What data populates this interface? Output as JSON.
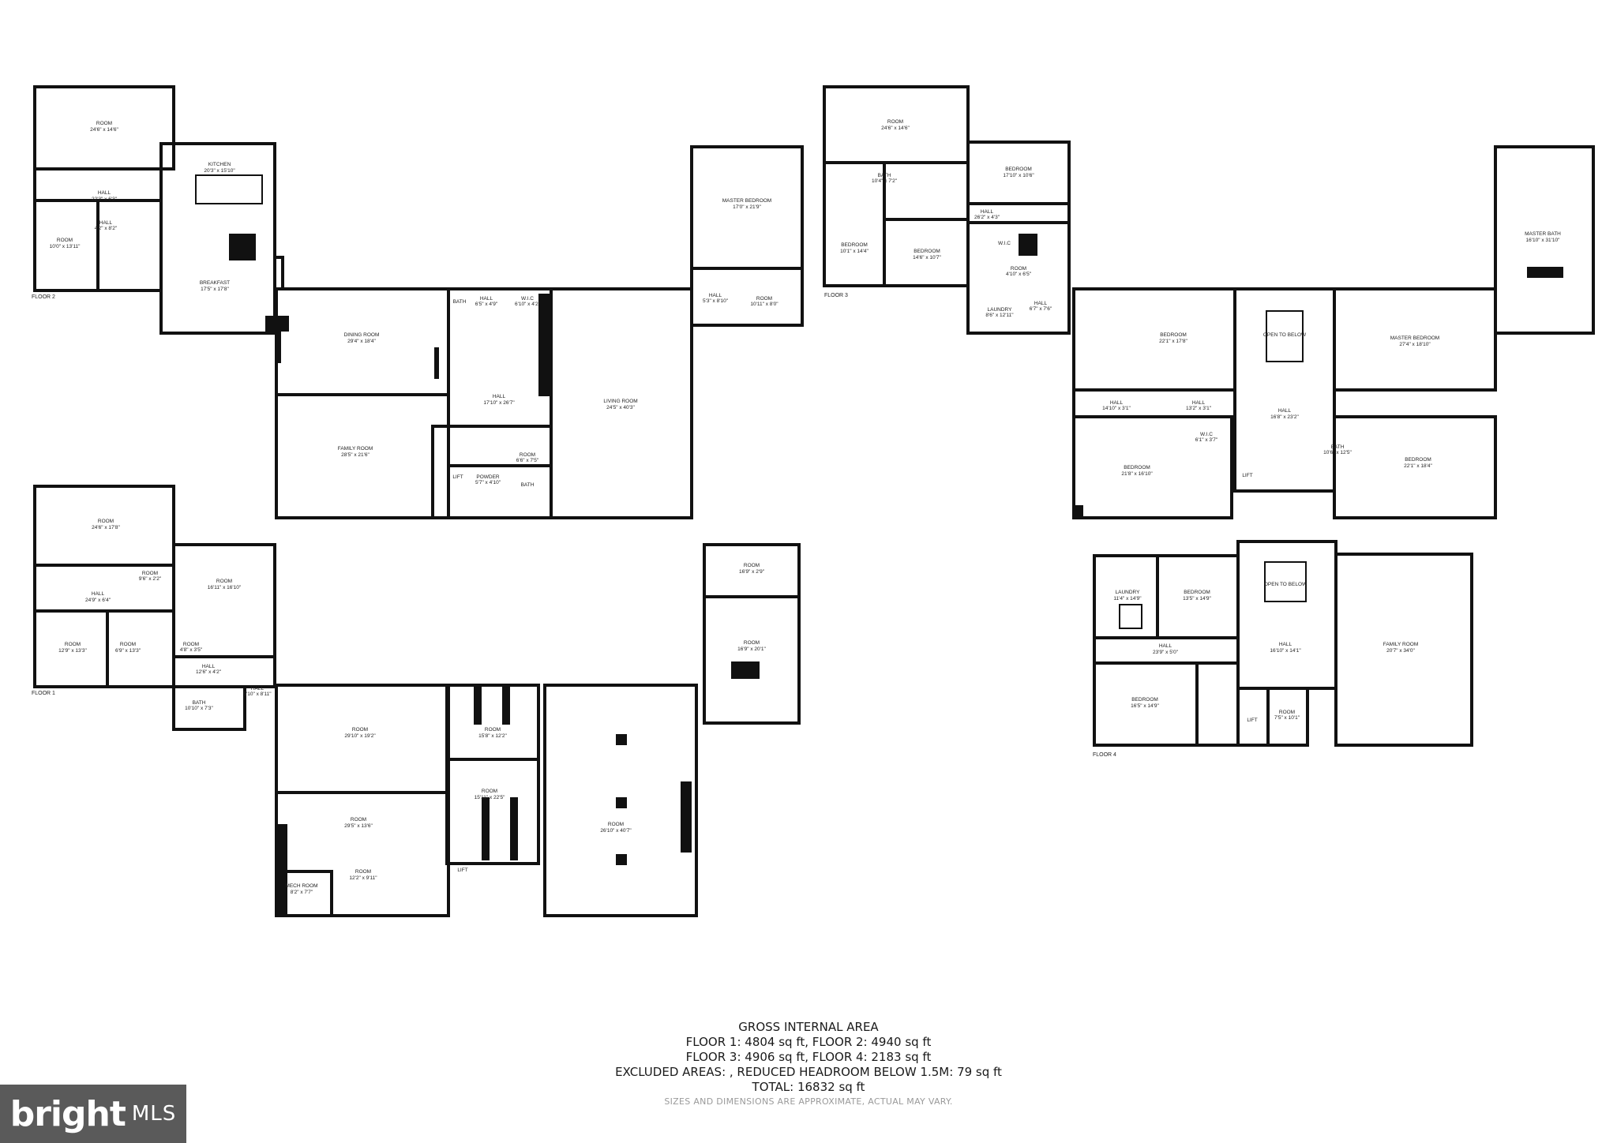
{
  "floors": [
    {
      "label": "FLOOR 1",
      "rooms": [
        {
          "name": "ROOM",
          "dims": "24'6\" x 17'8\""
        },
        {
          "name": "ROOM",
          "dims": "16'11\" x 16'10\""
        },
        {
          "name": "ROOM",
          "dims": "9'6\" x 2'2\""
        },
        {
          "name": "HALL",
          "dims": "24'9\" x 6'4\""
        },
        {
          "name": "ROOM",
          "dims": "12'9\" x 13'3\""
        },
        {
          "name": "ROOM",
          "dims": "6'9\" x 13'3\""
        },
        {
          "name": "ROOM",
          "dims": "4'8\" x 3'5\""
        },
        {
          "name": "HALL",
          "dims": "12'6\" x 4'2\""
        },
        {
          "name": "HALL",
          "dims": "5'10\" x 8'11\""
        },
        {
          "name": "BATH",
          "dims": "10'10\" x 7'3\""
        },
        {
          "name": "ROOM",
          "dims": "29'10\" x 19'2\""
        },
        {
          "name": "ROOM",
          "dims": "15'8\" x 12'2\""
        },
        {
          "name": "ROOM",
          "dims": "15'11\" x 22'5\""
        },
        {
          "name": "ROOM",
          "dims": "29'5\" x 13'6\""
        },
        {
          "name": "ROOM",
          "dims": "12'2\" x 9'11\""
        },
        {
          "name": "MECH ROOM",
          "dims": "8'2\" x 7'7\""
        },
        {
          "name": "LIFT",
          "dims": ""
        },
        {
          "name": "ROOM",
          "dims": "26'10\" x 40'7\""
        },
        {
          "name": "ROOM",
          "dims": "16'9\" x 2'9\""
        },
        {
          "name": "ROOM",
          "dims": "16'9\" x 20'1\""
        }
      ]
    },
    {
      "label": "FLOOR 2",
      "rooms": [
        {
          "name": "ROOM",
          "dims": "24'6\" x 14'6\""
        },
        {
          "name": "KITCHEN",
          "dims": "20'3\" x 15'10\""
        },
        {
          "name": "HALL",
          "dims": "22'3\" x 6'3\""
        },
        {
          "name": "HALL",
          "dims": "4'2\" x 8'2\""
        },
        {
          "name": "ROOM",
          "dims": "10'0\" x 13'11\""
        },
        {
          "name": "BREAKFAST",
          "dims": "17'5\" x 17'8\""
        },
        {
          "name": "DINING ROOM",
          "dims": "29'4\" x 18'4\""
        },
        {
          "name": "FAMILY ROOM",
          "dims": "28'5\" x 21'6\""
        },
        {
          "name": "BATH",
          "dims": ""
        },
        {
          "name": "HALL",
          "dims": "6'5\" x 4'9\""
        },
        {
          "name": "W.I.C",
          "dims": "6'10\" x 4'2\""
        },
        {
          "name": "HALL",
          "dims": "17'10\" x 26'7\""
        },
        {
          "name": "ROOM",
          "dims": "6'6\" x 7'5\""
        },
        {
          "name": "POWDER",
          "dims": "5'7\" x 4'10\""
        },
        {
          "name": "BATH",
          "dims": ""
        },
        {
          "name": "LIFT",
          "dims": ""
        },
        {
          "name": "LIVING ROOM",
          "dims": "24'5\" x 40'3\""
        },
        {
          "name": "MASTER BEDROOM",
          "dims": "17'0\" x 21'9\""
        },
        {
          "name": "HALL",
          "dims": "5'3\" x 8'10\""
        },
        {
          "name": "ROOM",
          "dims": "10'11\" x 8'0\""
        }
      ]
    },
    {
      "label": "FLOOR 3",
      "rooms": [
        {
          "name": "ROOM",
          "dims": "24'6\" x 14'6\""
        },
        {
          "name": "BEDROOM",
          "dims": "17'10\" x 10'6\""
        },
        {
          "name": "BATH",
          "dims": "10'4\" x 7'2\""
        },
        {
          "name": "BEDROOM",
          "dims": "10'1\" x 14'4\""
        },
        {
          "name": "BEDROOM",
          "dims": "14'6\" x 10'7\""
        },
        {
          "name": "HALL",
          "dims": "26'2\" x 4'3\""
        },
        {
          "name": "W.I.C",
          "dims": ""
        },
        {
          "name": "ROOM",
          "dims": "4'10\" x 6'5\""
        },
        {
          "name": "LAUNDRY",
          "dims": "8'6\" x 12'11\""
        },
        {
          "name": "HALL",
          "dims": "6'7\" x 7'6\""
        },
        {
          "name": "BEDROOM",
          "dims": "22'1\" x 17'8\""
        },
        {
          "name": "OPEN TO BELOW",
          "dims": ""
        },
        {
          "name": "MASTER BEDROOM",
          "dims": "27'4\" x 18'10\""
        },
        {
          "name": "MASTER BATH",
          "dims": "16'10\" x 31'10\""
        },
        {
          "name": "HALL",
          "dims": "14'10\" x 3'1\""
        },
        {
          "name": "HALL",
          "dims": "13'2\" x 3'1\""
        },
        {
          "name": "HALL",
          "dims": "16'8\" x 23'2\""
        },
        {
          "name": "BEDROOM",
          "dims": "21'8\" x 16'10\""
        },
        {
          "name": "W.I.C",
          "dims": "6'1\" x 3'7\""
        },
        {
          "name": "LIFT",
          "dims": ""
        },
        {
          "name": "BATH",
          "dims": "10'6\" x 12'5\""
        },
        {
          "name": "BEDROOM",
          "dims": "22'1\" x 18'4\""
        }
      ]
    },
    {
      "label": "FLOOR 4",
      "rooms": [
        {
          "name": "LAUNDRY",
          "dims": "11'4\" x 14'9\""
        },
        {
          "name": "BEDROOM",
          "dims": "13'5\" x 14'9\""
        },
        {
          "name": "OPEN TO BELOW",
          "dims": ""
        },
        {
          "name": "HALL",
          "dims": "16'10\" x 14'1\""
        },
        {
          "name": "FAMILY ROOM",
          "dims": "20'7\" x 34'0\""
        },
        {
          "name": "HALL",
          "dims": "23'9\" x 5'0\""
        },
        {
          "name": "BEDROOM",
          "dims": "16'5\" x 14'9\""
        },
        {
          "name": "LIFT",
          "dims": ""
        },
        {
          "name": "ROOM",
          "dims": "7'5\" x 10'1\""
        }
      ]
    }
  ],
  "summary": {
    "heading": "GROSS INTERNAL AREA",
    "line1": "FLOOR 1: 4804 sq ft, FLOOR 2: 4940 sq ft",
    "line2": "FLOOR 3: 4906 sq ft, FLOOR 4: 2183 sq ft",
    "line3": "EXCLUDED AREAS: , REDUCED HEADROOM BELOW 1.5M: 79 sq ft",
    "line4": "TOTAL: 16832 sq ft",
    "disclaimer": "SIZES AND DIMENSIONS ARE APPROXIMATE, ACTUAL MAY VARY."
  },
  "logo": {
    "word": "bright",
    "suffix": "MLS"
  }
}
